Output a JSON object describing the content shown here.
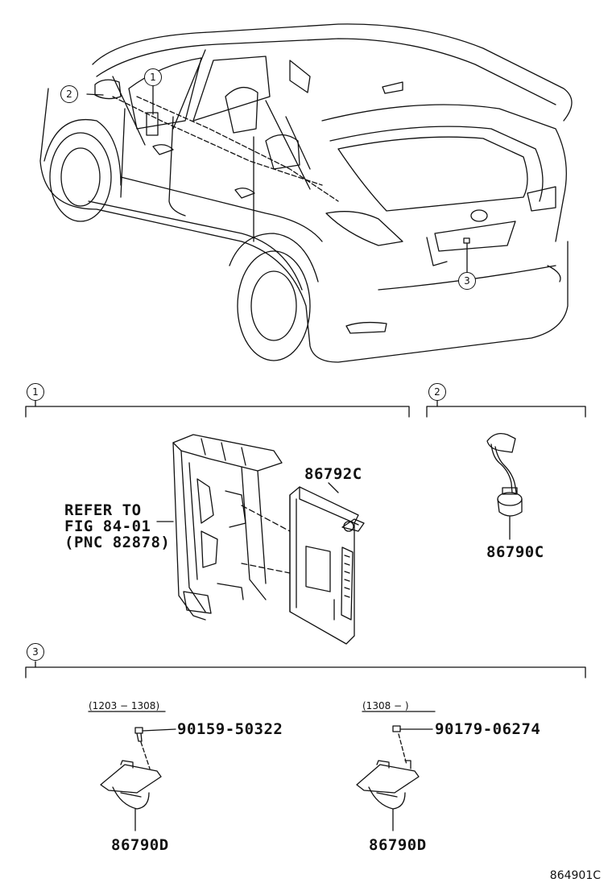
{
  "callouts": [
    "1",
    "2",
    "3"
  ],
  "parts": {
    "module": "86792C",
    "sensor": "86790C",
    "camera_a": "86790D",
    "camera_b": "86790D",
    "screw_a": "90159-50322",
    "screw_b": "90179-06274"
  },
  "refer": {
    "line1": "REFER TO",
    "line2": "FIG 84-01",
    "line3": "(PNC 82878)"
  },
  "date_ranges": {
    "a": "(1203 − 1308)",
    "b": "(1308 −         )"
  },
  "figure_number": "864901C"
}
